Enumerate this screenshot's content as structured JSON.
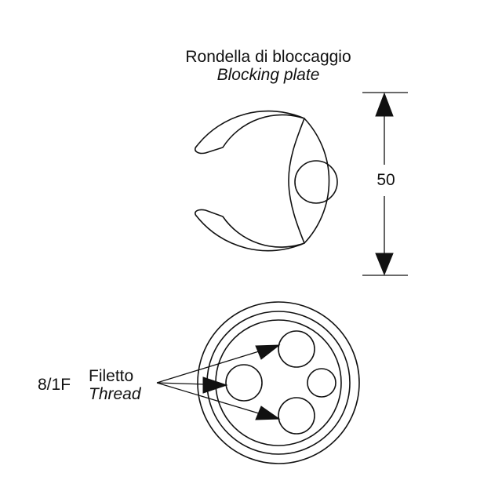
{
  "blocking_plate": {
    "title_it": "Rondella di bloccaggio",
    "title_en": "Blocking plate",
    "dimension": "50"
  },
  "thread": {
    "size": "8/1F",
    "label_it": "Filetto",
    "label_en": "Thread"
  },
  "colors": {
    "line": "#111111",
    "background": "#ffffff"
  }
}
